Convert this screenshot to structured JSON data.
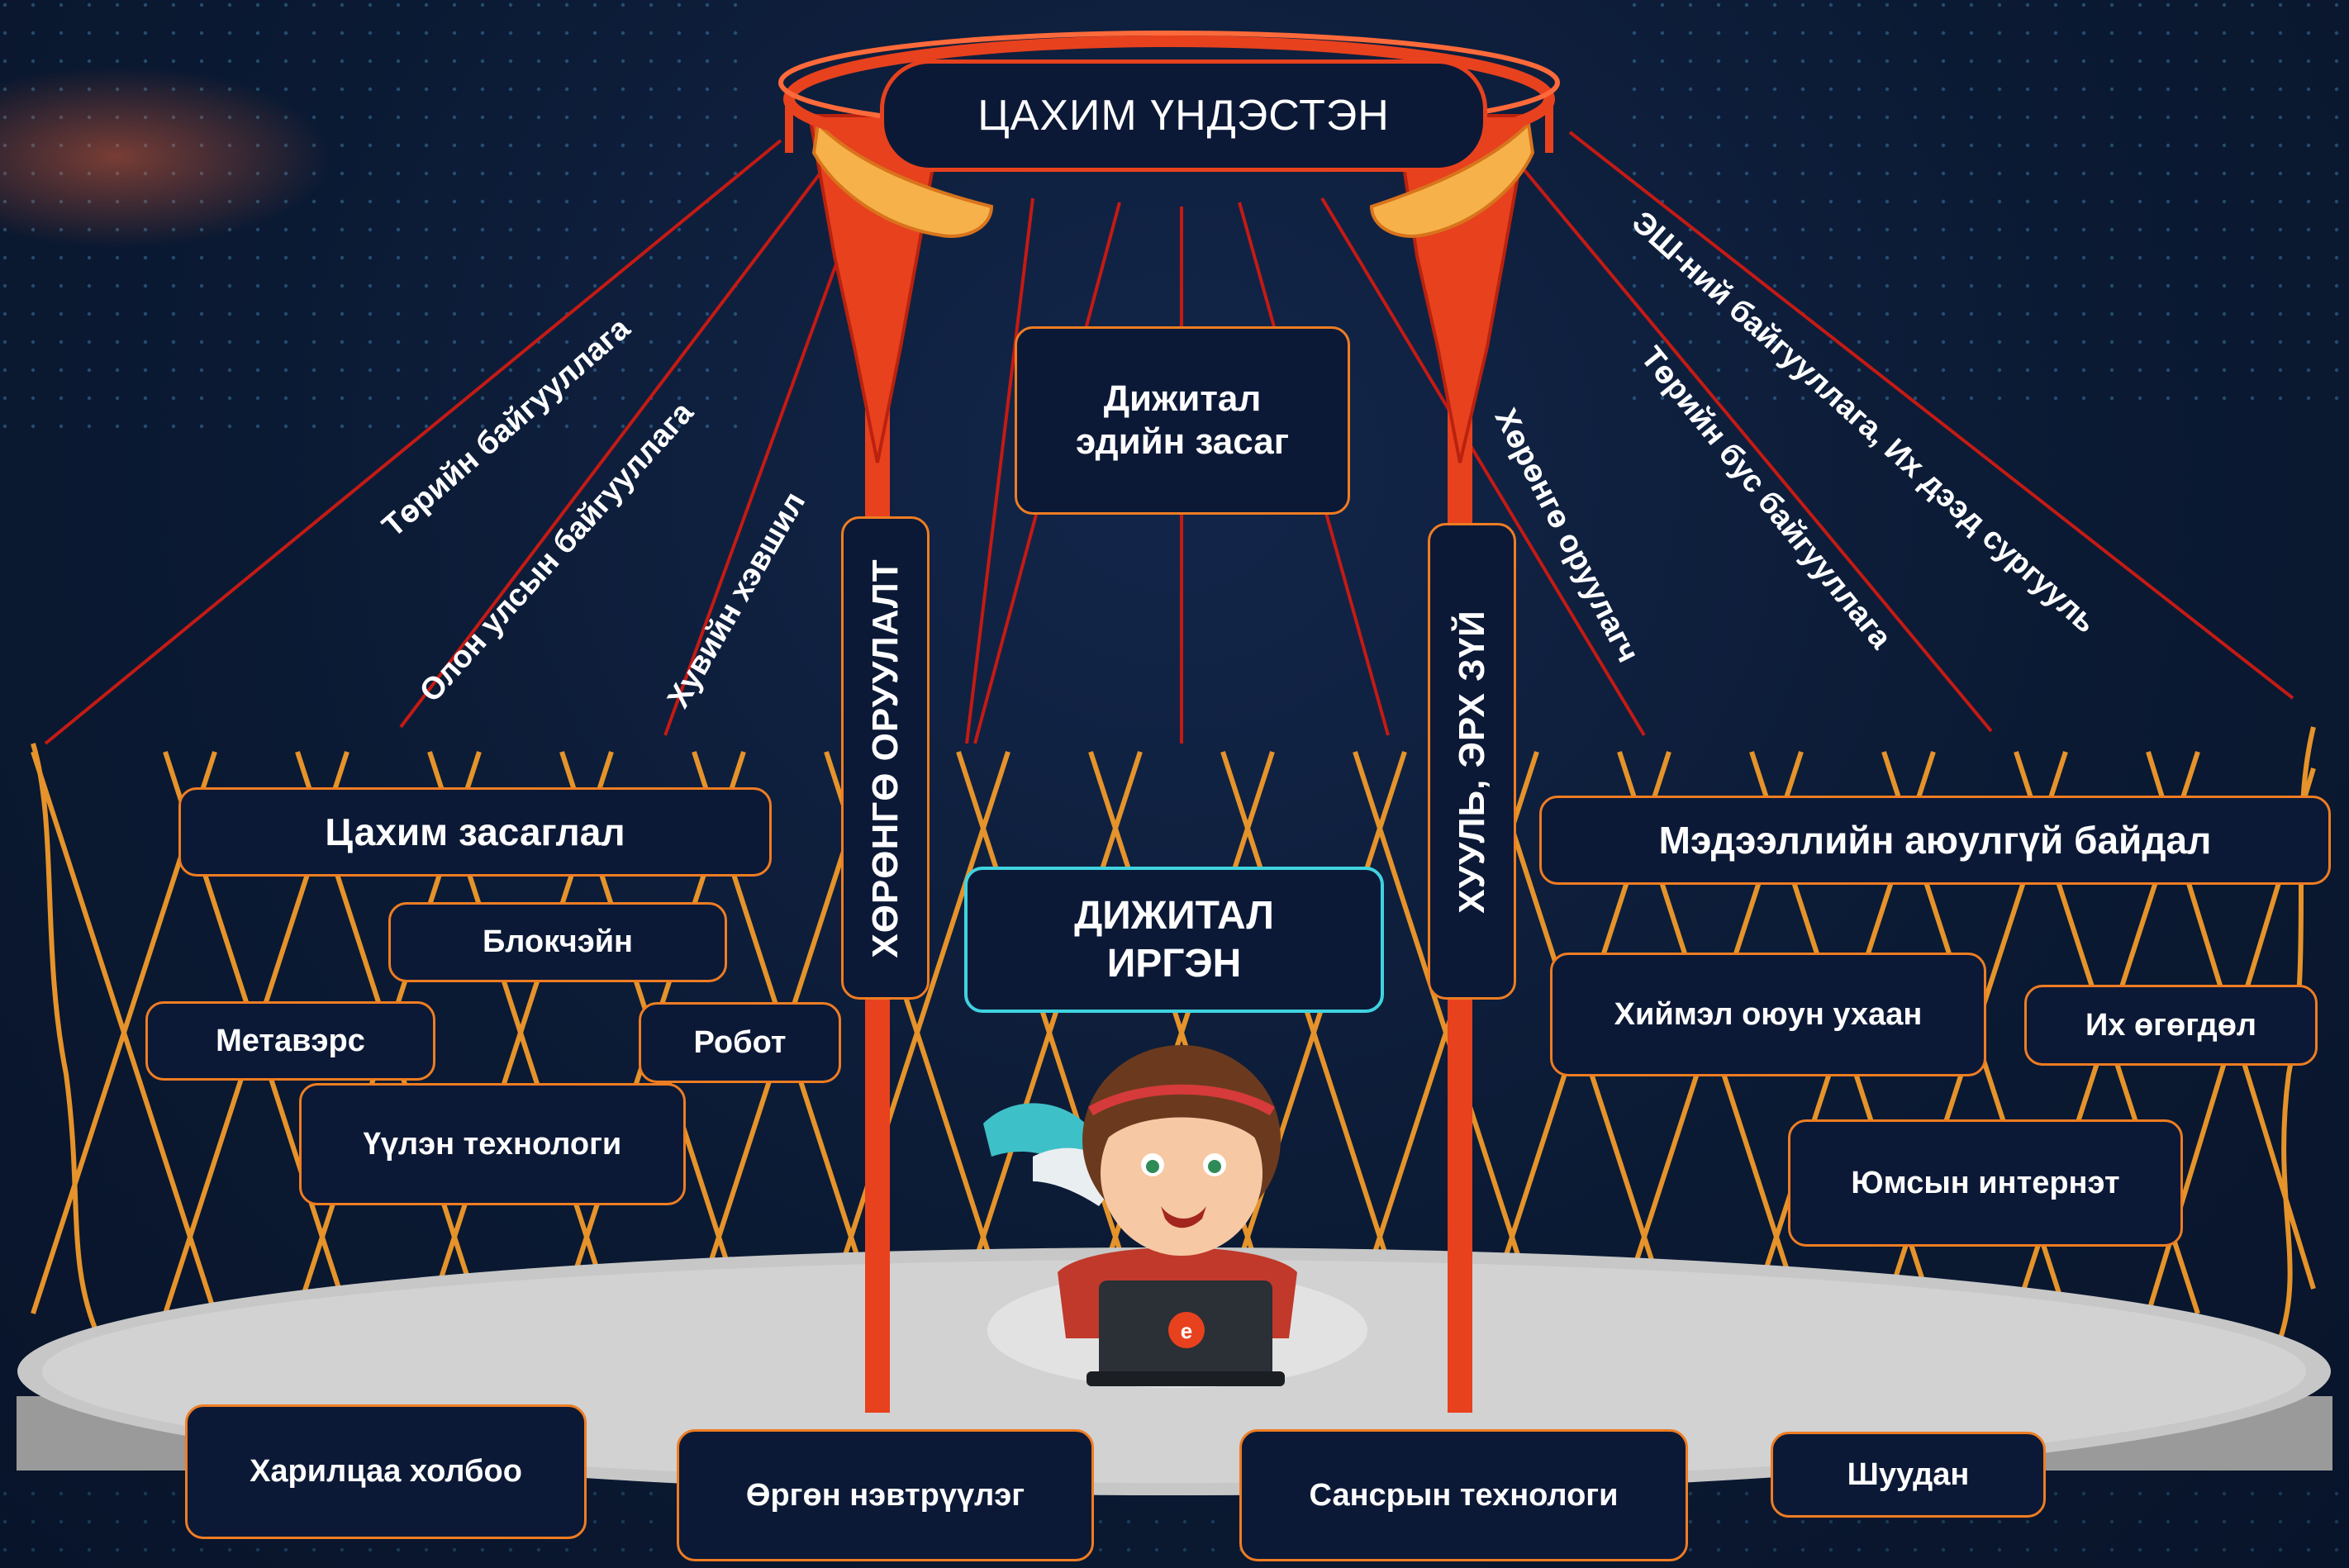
{
  "colors": {
    "background": "#0b1a33",
    "box_fill": "#0c1936",
    "box_border": "#ef7d22",
    "center_border": "#3fd3e0",
    "pillar": "#e8411e",
    "lattice": "#f19a2a",
    "platform": "#c7c7c7"
  },
  "top": {
    "title": "ЦАХИМ ҮНДЭСТЭН"
  },
  "economy": "Дижитал\nэдийн засаг",
  "center": "ДИЖИТАЛ\nИРГЭН",
  "pillars": {
    "left": "ХӨРӨНГӨ ОРУУЛАЛТ",
    "right": "ХУУЛЬ, ЭРХ ЗҮЙ"
  },
  "rays_left": [
    "Төрийн байгууллага",
    "Олон улсын байгууллага",
    "Хувийн хэвшил"
  ],
  "rays_right": [
    "ЭШ-ний байгууллага, Их дээд сургууль",
    "Төрийн бус байгууллага",
    "Хөрөнгө оруулагч"
  ],
  "left_boxes": {
    "gov": "Цахим засаглал",
    "blockchain": "Блокчэйн",
    "metaverse": "Метавэрс",
    "robot": "Робот",
    "cloud": "Үүлэн технологи"
  },
  "right_boxes": {
    "security": "Мэдээллийн аюулгүй байдал",
    "ai": "Хиймэл оюун ухаан",
    "bigdata": "Их өгөгдөл",
    "iot": "Юмсын интернэт"
  },
  "bottom_boxes": {
    "telecom": "Харилцаа холбоо",
    "broadband": "Өргөн нэвтрүүлэг",
    "space": "Сансрын технологи",
    "mail": "Шуудан"
  },
  "icons": {
    "character": "girl-with-laptop-icon",
    "laptop_logo": "e-logo-icon",
    "crown": "toono-ring-icon"
  }
}
